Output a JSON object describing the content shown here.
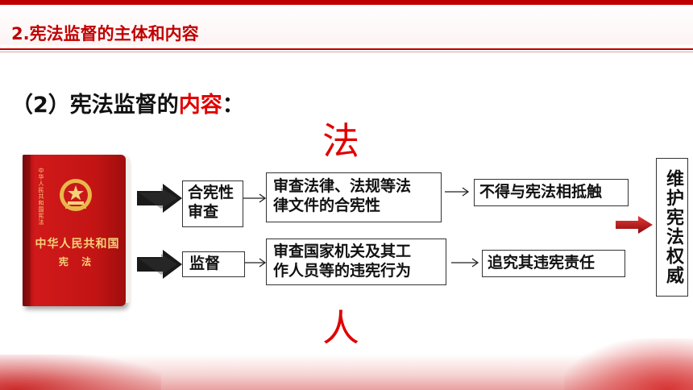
{
  "header": {
    "title": "2.宪法监督的主体和内容"
  },
  "section": {
    "prefix": "（2）宪法监督的",
    "highlight": "内容",
    "suffix": "："
  },
  "top_char": "法",
  "bottom_char": "人",
  "book": {
    "title": "中华人民共和国",
    "subtitle": "宪  法",
    "spine_text": "中华人民共和国宪法"
  },
  "rows": [
    {
      "category": [
        "合宪性",
        "审查"
      ],
      "content": [
        "审查法律、法规等法",
        "律文件的合宪性"
      ],
      "result": "不得与宪法相抵触"
    },
    {
      "category": [
        "监督"
      ],
      "content": [
        "审查国家机关及其工",
        "作人员等的违宪行为"
      ],
      "result": "追究其违宪责任"
    }
  ],
  "conclusion": "维护宪法权威",
  "colors": {
    "accent": "#c00000",
    "highlight": "#e00000"
  }
}
